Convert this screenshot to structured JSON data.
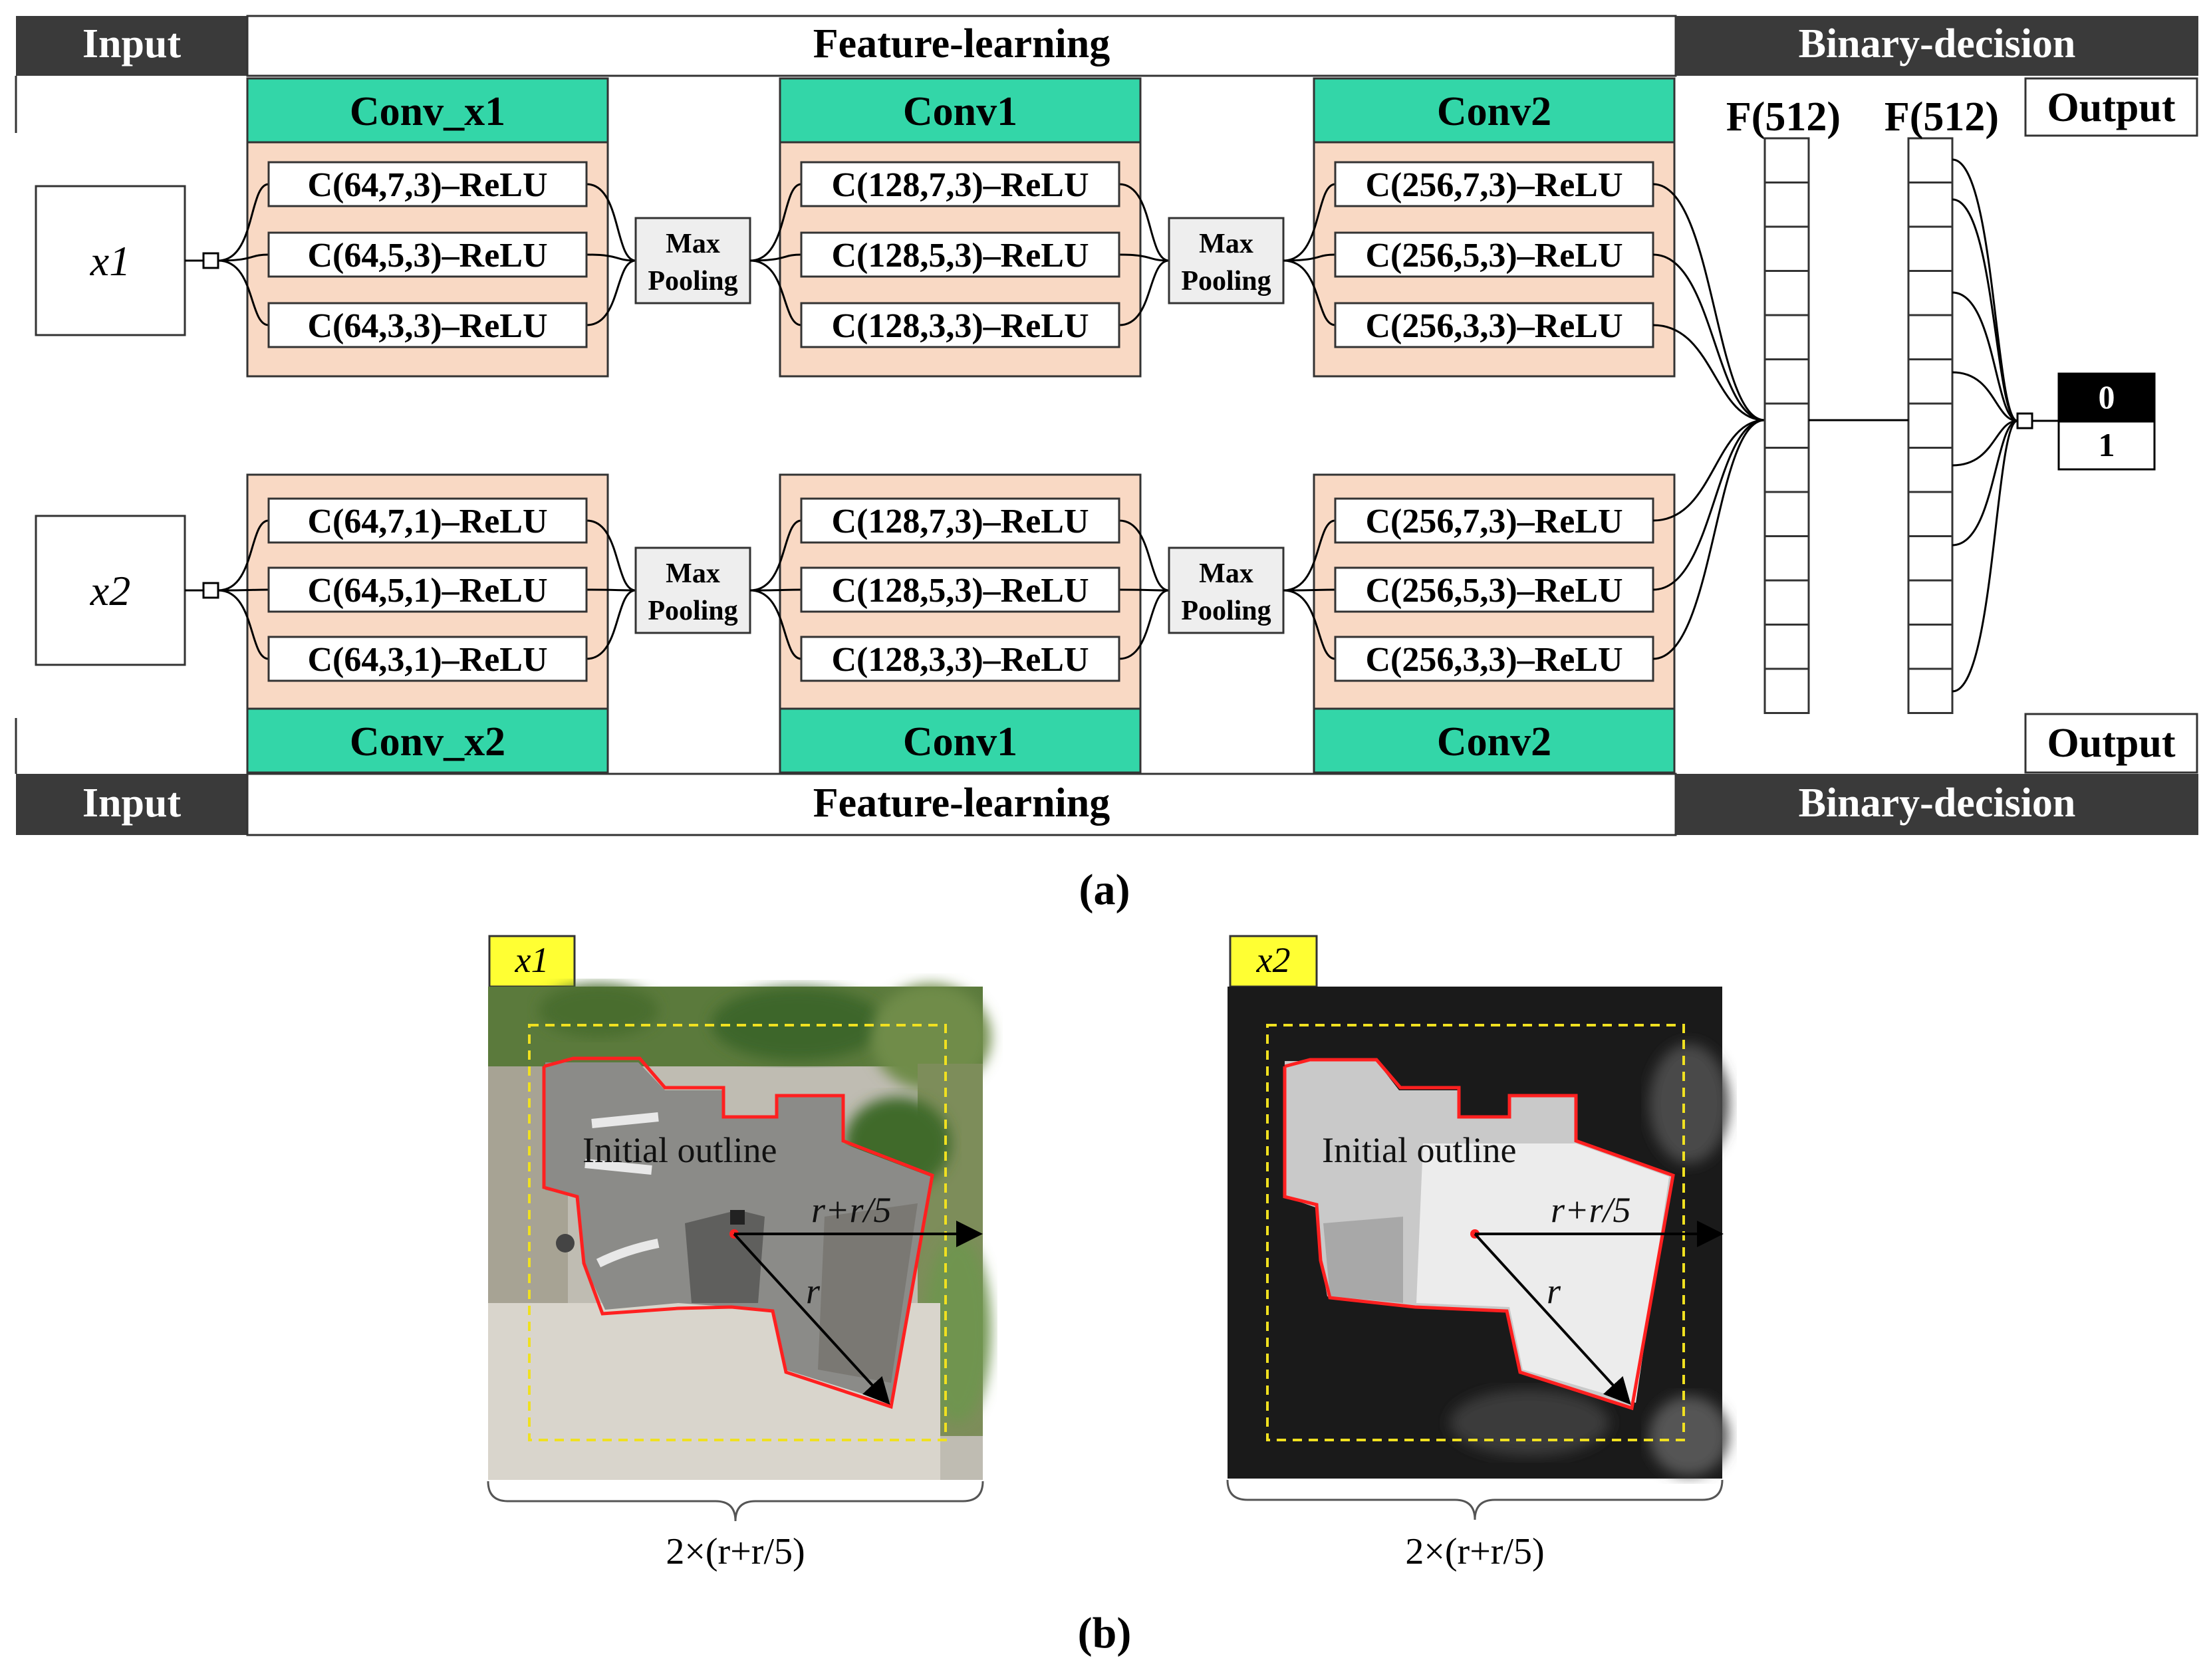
{
  "panel_a": {
    "caption": "(a)",
    "top": {
      "input_header": "Input",
      "feature_header": "Feature-learning",
      "binary_header": "Binary-decision",
      "input_name": "x1",
      "conv_titles": [
        "Conv_x1",
        "Conv1",
        "Conv2"
      ],
      "layers": [
        [
          "C(64,7,3)–ReLU",
          "C(64,5,3)–ReLU",
          "C(64,3,3)–ReLU"
        ],
        [
          "C(128,7,3)–ReLU",
          "C(128,5,3)–ReLU",
          "C(128,3,3)–ReLU"
        ],
        [
          "C(256,7,3)–ReLU",
          "C(256,5,3)–ReLU",
          "C(256,3,3)–ReLU"
        ]
      ],
      "output_label": "Output"
    },
    "bottom": {
      "input_header": "Input",
      "feature_header": "Feature-learning",
      "binary_header": "Binary-decision",
      "input_name": "x2",
      "conv_titles": [
        "Conv_x2",
        "Conv1",
        "Conv2"
      ],
      "layers": [
        [
          "C(64,7,1)–ReLU",
          "C(64,5,1)–ReLU",
          "C(64,3,1)–ReLU"
        ],
        [
          "C(128,7,3)–ReLU",
          "C(128,5,3)–ReLU",
          "C(128,3,3)–ReLU"
        ],
        [
          "C(256,7,3)–ReLU",
          "C(256,5,3)–ReLU",
          "C(256,3,3)–ReLU"
        ]
      ],
      "output_label": "Output"
    },
    "pool_line1": "Max",
    "pool_line2": "Pooling",
    "fc_labels": [
      "F(512)",
      "F(512)"
    ],
    "outputs": [
      "0",
      "1"
    ],
    "colors": {
      "dark_header": "#3a3a3a",
      "conv_header": "#33d6a8",
      "conv_body": "#f9d9c4",
      "pool_fill": "#eeeeee",
      "annotation_red": "#ff2020",
      "dashed_yellow": "#f0e020",
      "tag_yellow": "#ffff33"
    }
  },
  "panel_b": {
    "caption": "(b)",
    "images": [
      {
        "tag": "x1",
        "outline_label": "Initial outline",
        "radius_ext_label": "r+r/5",
        "radius_label": "r",
        "span_label": "2×(r+r/5)"
      },
      {
        "tag": "x2",
        "outline_label": "Initial outline",
        "radius_ext_label": "r+r/5",
        "radius_label": "r",
        "span_label": "2×(r+r/5)"
      }
    ]
  }
}
